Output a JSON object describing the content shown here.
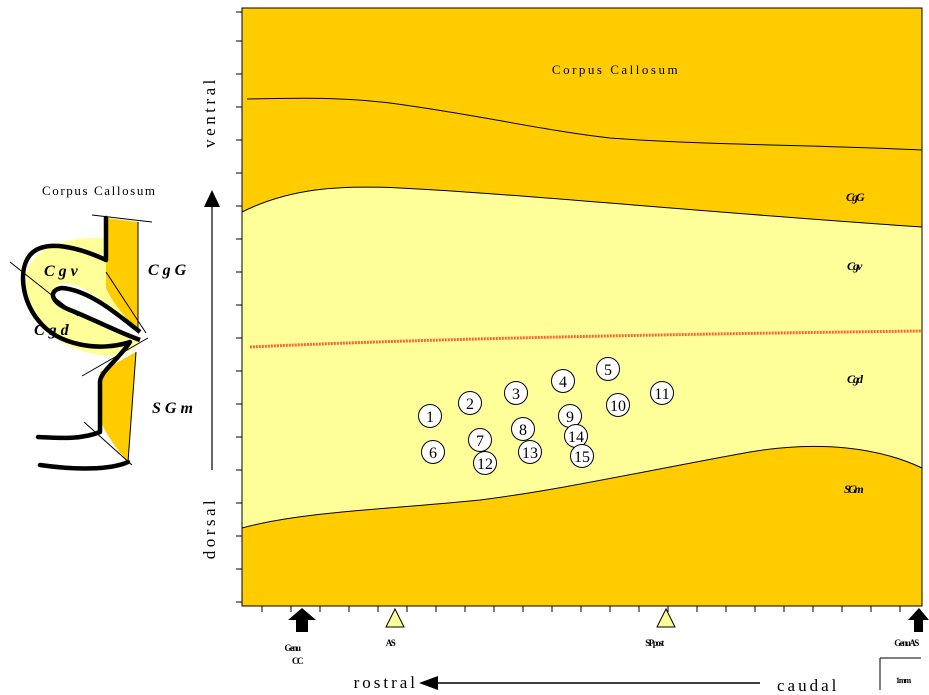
{
  "colors": {
    "dark_zone": "#FFCC00",
    "light_zone": "#FFFF99",
    "boundary": "#000000",
    "dashed_boundary": "#FF6633",
    "point_fill": "#FFFFFF"
  },
  "main_panel": {
    "top_label": "Corpus Callosum",
    "region_labels": [
      "CgG",
      "Cgv",
      "Cgd",
      "SGm"
    ],
    "points": [
      "1",
      "2",
      "3",
      "4",
      "5",
      "6",
      "7",
      "8",
      "9",
      "10",
      "11",
      "12",
      "13",
      "14",
      "15"
    ],
    "markers": {
      "genu_label_line1": "Genu",
      "genu_label_line2": "CC",
      "as_label": "AS",
      "sppost_label": "SPpost",
      "genuas_label": "GenuAS"
    },
    "scale_label": "1mm"
  },
  "axes": {
    "ventral": "ventral",
    "dorsal": "dorsal",
    "rostral": "rostral",
    "caudal": "caudal"
  },
  "schematic": {
    "title": "Corpus Callosum",
    "labels": [
      "Cgv",
      "CgG",
      "Cgd",
      "SGm"
    ]
  }
}
